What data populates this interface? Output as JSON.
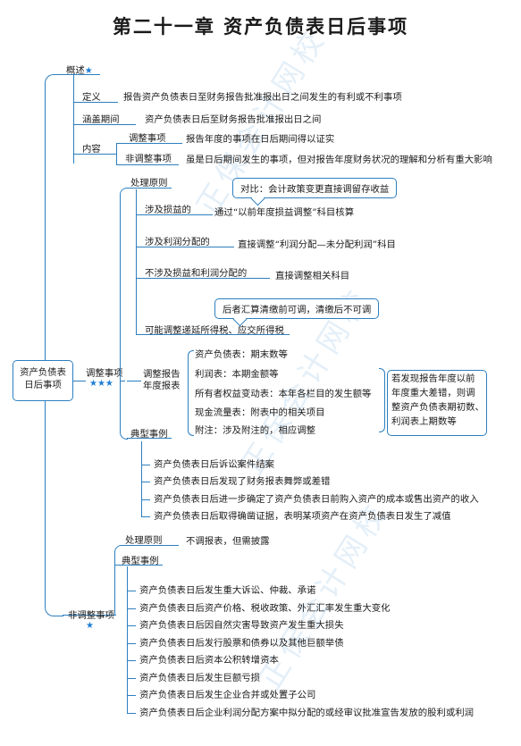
{
  "title": "第二十一章    资产负债表日后事项",
  "watermark": "正保会计网校",
  "center": {
    "line1": "资产负债表",
    "line2": "日后事项"
  },
  "overview": {
    "label": "概述",
    "stars": "★",
    "definition_label": "定义",
    "definition": "报告资产负债表日至财务报告批准报出日之间发生的有利或不利事项",
    "period_label": "涵盖期间",
    "period": "资产负债表日后至财务报告批准报出日之间",
    "content_label": "内容",
    "adjusting_label": "调整事项",
    "adjusting": "报告年度的事项在日后期间得以证实",
    "nonadjusting_label": "非调整事项",
    "nonadjusting": "虽是日后期间发生的事项，但对报告年度财务状况的理解和分析有重大影响"
  },
  "adjusting": {
    "label": "调整事项",
    "stars": "★★★",
    "principle_label": "处理原则",
    "bubble1": "对比：会计政策变更直接调留存收益",
    "pl_label": "涉及损益的",
    "pl": "通过“以前年度损益调整”科目核算",
    "profit_label": "涉及利润分配的",
    "profit": "直接调整“利润分配—未分配利润”科目",
    "neither_label": "不涉及损益和利润分配的",
    "neither": "直接调整相关科目",
    "bubble2": "后者汇算清缴前可调，清缴后不可调",
    "tax": "可能调整递延所得税、应交所得税",
    "report_label1": "调整报告",
    "report_label2": "年度报表",
    "report_items": [
      "资产负债表：期末数等",
      "利润表：本期金额等",
      "所有者权益变动表：本年各栏目的发生额等",
      "现金流量表：附表中的相关项目",
      "附注：涉及附注的，相应调整"
    ],
    "note_lines": [
      "若发现报告年度以前",
      "年度重大差错，则调",
      "整资产负债表期初数、",
      "利润表上期数等"
    ],
    "examples_label": "典型事例",
    "examples": [
      "资产负债表日后诉讼案件结案",
      "资产负债表日后发现了财务报表舞弊或差错",
      "资产负债表日后进一步确定了资产负债表日前购入资产的成本或售出资产的收入",
      "资产负债表日后取得确凿证据，表明某项资产在资产负债表日发生了减值"
    ]
  },
  "nonadjusting": {
    "label": "非调整事项",
    "stars": "★",
    "principle_label": "处理原则",
    "principle": "不调报表，但需披露",
    "examples_label": "典型事例",
    "examples": [
      "资产负债表日后发生重大诉讼、仲裁、承诺",
      "资产负债表日后资产价格、税收政策、外汇汇率发生重大变化",
      "资产负债表日后因自然灾害导致资产发生重大损失",
      "资产负债表日后发行股票和债券以及其他巨额举债",
      "资产负债表日后资本公积转增资本",
      "资产负债表日后发生巨额亏损",
      "资产负债表日后发生企业合并或处置子公司",
      "资产负债表日后企业利润分配方案中拟分配的或经审议批准宣告发放的股利或利润"
    ]
  },
  "colors": {
    "line": "#2d7fbf",
    "star": "#1e7fd6",
    "text": "#1a1a1a"
  }
}
